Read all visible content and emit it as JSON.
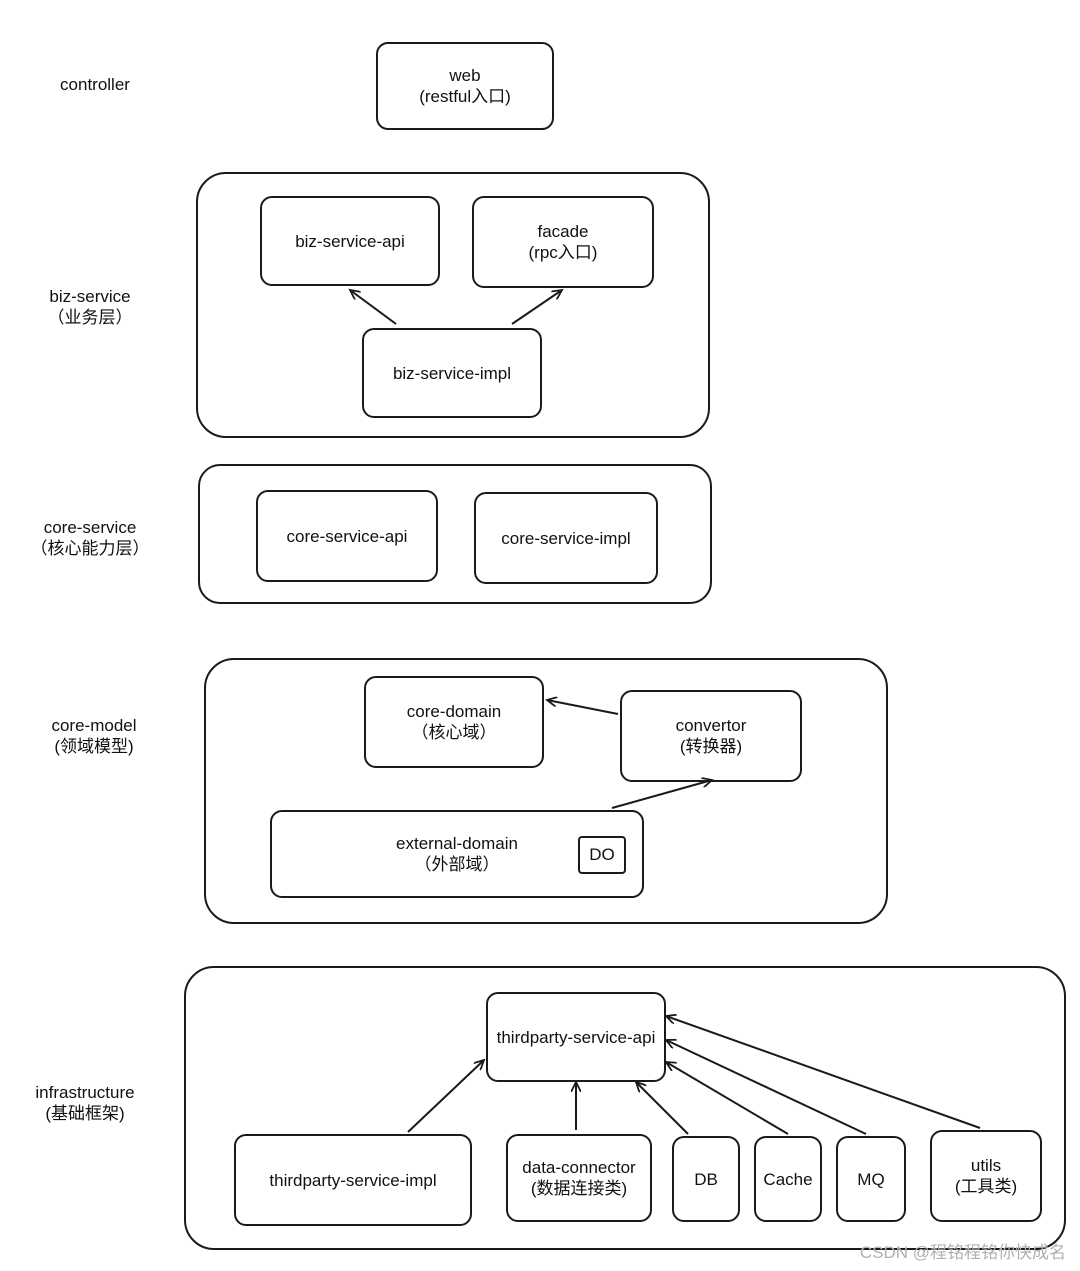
{
  "layers": {
    "controller": {
      "name": "controller",
      "desc": ""
    },
    "biz_service": {
      "name": "biz-service",
      "desc": "（业务层）"
    },
    "core_service": {
      "name": "core-service",
      "desc": "（核心能力层）"
    },
    "core_model": {
      "name": "core-model",
      "desc": "(领域模型)"
    },
    "infrastructure": {
      "name": "infrastructure",
      "desc": "(基础框架)"
    }
  },
  "nodes": {
    "web": {
      "line1": "web",
      "line2": "(restful入口)"
    },
    "biz_service_api": {
      "line1": "biz-service-api"
    },
    "facade": {
      "line1": "facade",
      "line2": "(rpc入口)"
    },
    "biz_service_impl": {
      "line1": "biz-service-impl"
    },
    "core_service_api": {
      "line1": "core-service-api"
    },
    "core_service_impl": {
      "line1": "core-service-impl"
    },
    "core_domain": {
      "line1": "core-domain",
      "line2": "（核心域）"
    },
    "convertor": {
      "line1": "convertor",
      "line2": "(转换器)"
    },
    "external_domain": {
      "line1": "external-domain",
      "line2": "（外部域）"
    },
    "do": {
      "line1": "DO"
    },
    "thirdparty_service_api": {
      "line1": "thirdparty-service-api"
    },
    "thirdparty_service_impl": {
      "line1": "thirdparty-service-impl"
    },
    "data_connector": {
      "line1": "data-connector",
      "line2": "(数据连接类)"
    },
    "db": {
      "line1": "DB"
    },
    "cache": {
      "line1": "Cache"
    },
    "mq": {
      "line1": "MQ"
    },
    "utils": {
      "line1": "utils",
      "line2": "(工具类)"
    }
  },
  "edges": [
    {
      "from": "biz-service-impl",
      "to": "biz-service-api"
    },
    {
      "from": "biz-service-impl",
      "to": "facade"
    },
    {
      "from": "convertor",
      "to": "core-domain"
    },
    {
      "from": "external-domain",
      "to": "convertor"
    },
    {
      "from": "thirdparty-service-impl",
      "to": "thirdparty-service-api"
    },
    {
      "from": "data-connector",
      "to": "thirdparty-service-api"
    },
    {
      "from": "DB",
      "to": "thirdparty-service-api"
    },
    {
      "from": "Cache",
      "to": "thirdparty-service-api"
    },
    {
      "from": "MQ",
      "to": "thirdparty-service-api"
    },
    {
      "from": "utils",
      "to": "thirdparty-service-api"
    }
  ],
  "watermark": "CSDN @程铭程铭你快成名",
  "colors": {
    "stroke": "#1a1a1a",
    "watermark": "#b0b0b0"
  }
}
